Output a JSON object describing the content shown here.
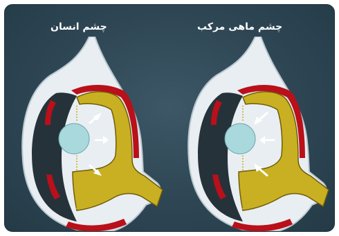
{
  "diagram": {
    "panels": [
      {
        "id": "human",
        "title": "چشم انسان",
        "arrow_direction": "outward"
      },
      {
        "id": "fish",
        "title": "چشم ماهی مرکب",
        "arrow_direction": "inward"
      }
    ],
    "colors": {
      "background": "#2e4654",
      "socket": "#e8eef2",
      "socket_edge": "#b9c7cf",
      "cavity": "#26323a",
      "muscle": "#b9101a",
      "fibers": "#c9b022",
      "fiber_dark": "#6e5c0a",
      "lens": "#a9d9dc",
      "arrow": "#ffffff"
    }
  }
}
